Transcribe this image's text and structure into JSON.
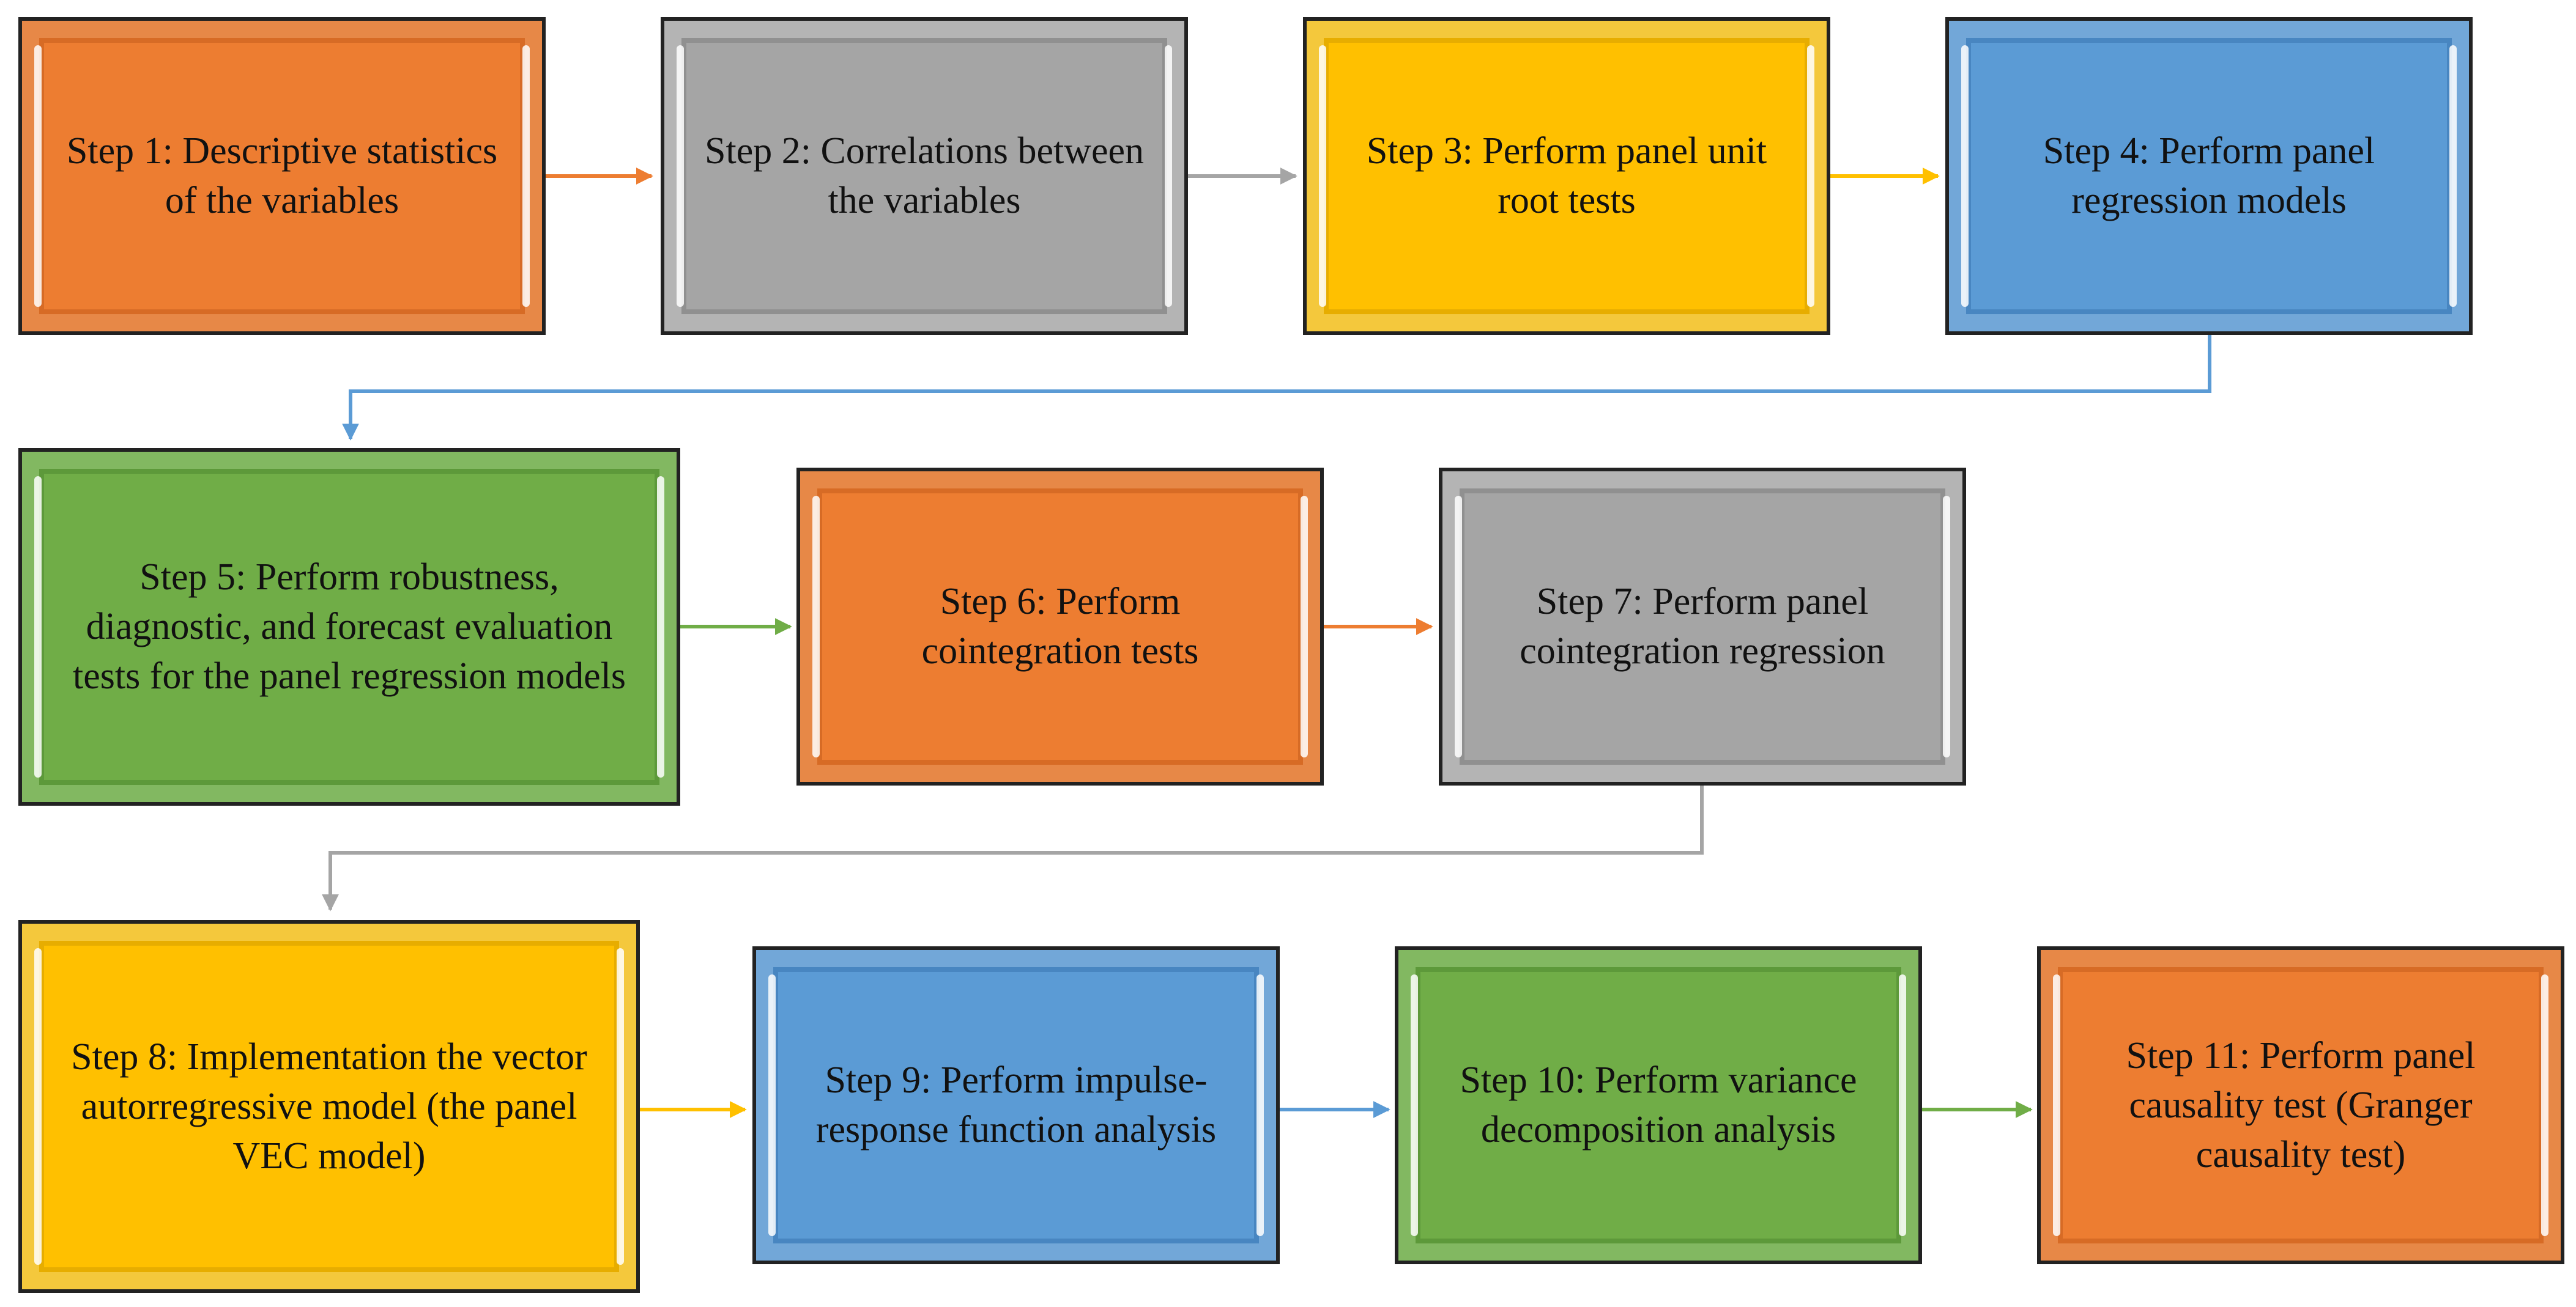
{
  "steps": [
    {
      "id": "s1",
      "text": "Step 1: Descriptive statistics of the variables",
      "color": "#ED7D31"
    },
    {
      "id": "s2",
      "text": "Step 2: Correlations between the variables",
      "color": "#A5A5A5"
    },
    {
      "id": "s3",
      "text": "Step 3: Perform panel unit root tests",
      "color": "#FFC000"
    },
    {
      "id": "s4",
      "text": "Step 4: Perform panel regression models",
      "color": "#5B9BD5"
    },
    {
      "id": "s5",
      "text": "Step 5: Perform robustness, diagnostic, and forecast evaluation tests for the panel regression models",
      "color": "#70AD47"
    },
    {
      "id": "s6",
      "text": "Step 6: Perform cointegration tests",
      "color": "#ED7D31"
    },
    {
      "id": "s7",
      "text": "Step 7: Perform panel cointegration regression",
      "color": "#A5A5A5"
    },
    {
      "id": "s8",
      "text": "Step 8: Implementation the vector autorregressive model (the panel VEC model)",
      "color": "#FFC000"
    },
    {
      "id": "s9",
      "text": "Step 9: Perform impulse-response function analysis",
      "color": "#5B9BD5"
    },
    {
      "id": "s10",
      "text": "Step 10: Perform variance decomposition analysis",
      "color": "#70AD47"
    },
    {
      "id": "s11",
      "text": "Step 11: Perform panel causality test (Granger causality test)",
      "color": "#ED7D31"
    }
  ],
  "edges": [
    {
      "from": "s1",
      "to": "s2",
      "color": "#ED7D31"
    },
    {
      "from": "s2",
      "to": "s3",
      "color": "#A5A5A5"
    },
    {
      "from": "s3",
      "to": "s4",
      "color": "#FFC000"
    },
    {
      "from": "s4",
      "to": "s5",
      "color": "#5B9BD5"
    },
    {
      "from": "s5",
      "to": "s6",
      "color": "#70AD47"
    },
    {
      "from": "s6",
      "to": "s7",
      "color": "#ED7D31"
    },
    {
      "from": "s7",
      "to": "s8",
      "color": "#A5A5A5"
    },
    {
      "from": "s8",
      "to": "s9",
      "color": "#FFC000"
    },
    {
      "from": "s9",
      "to": "s10",
      "color": "#5B9BD5"
    },
    {
      "from": "s10",
      "to": "s11",
      "color": "#70AD47"
    }
  ]
}
